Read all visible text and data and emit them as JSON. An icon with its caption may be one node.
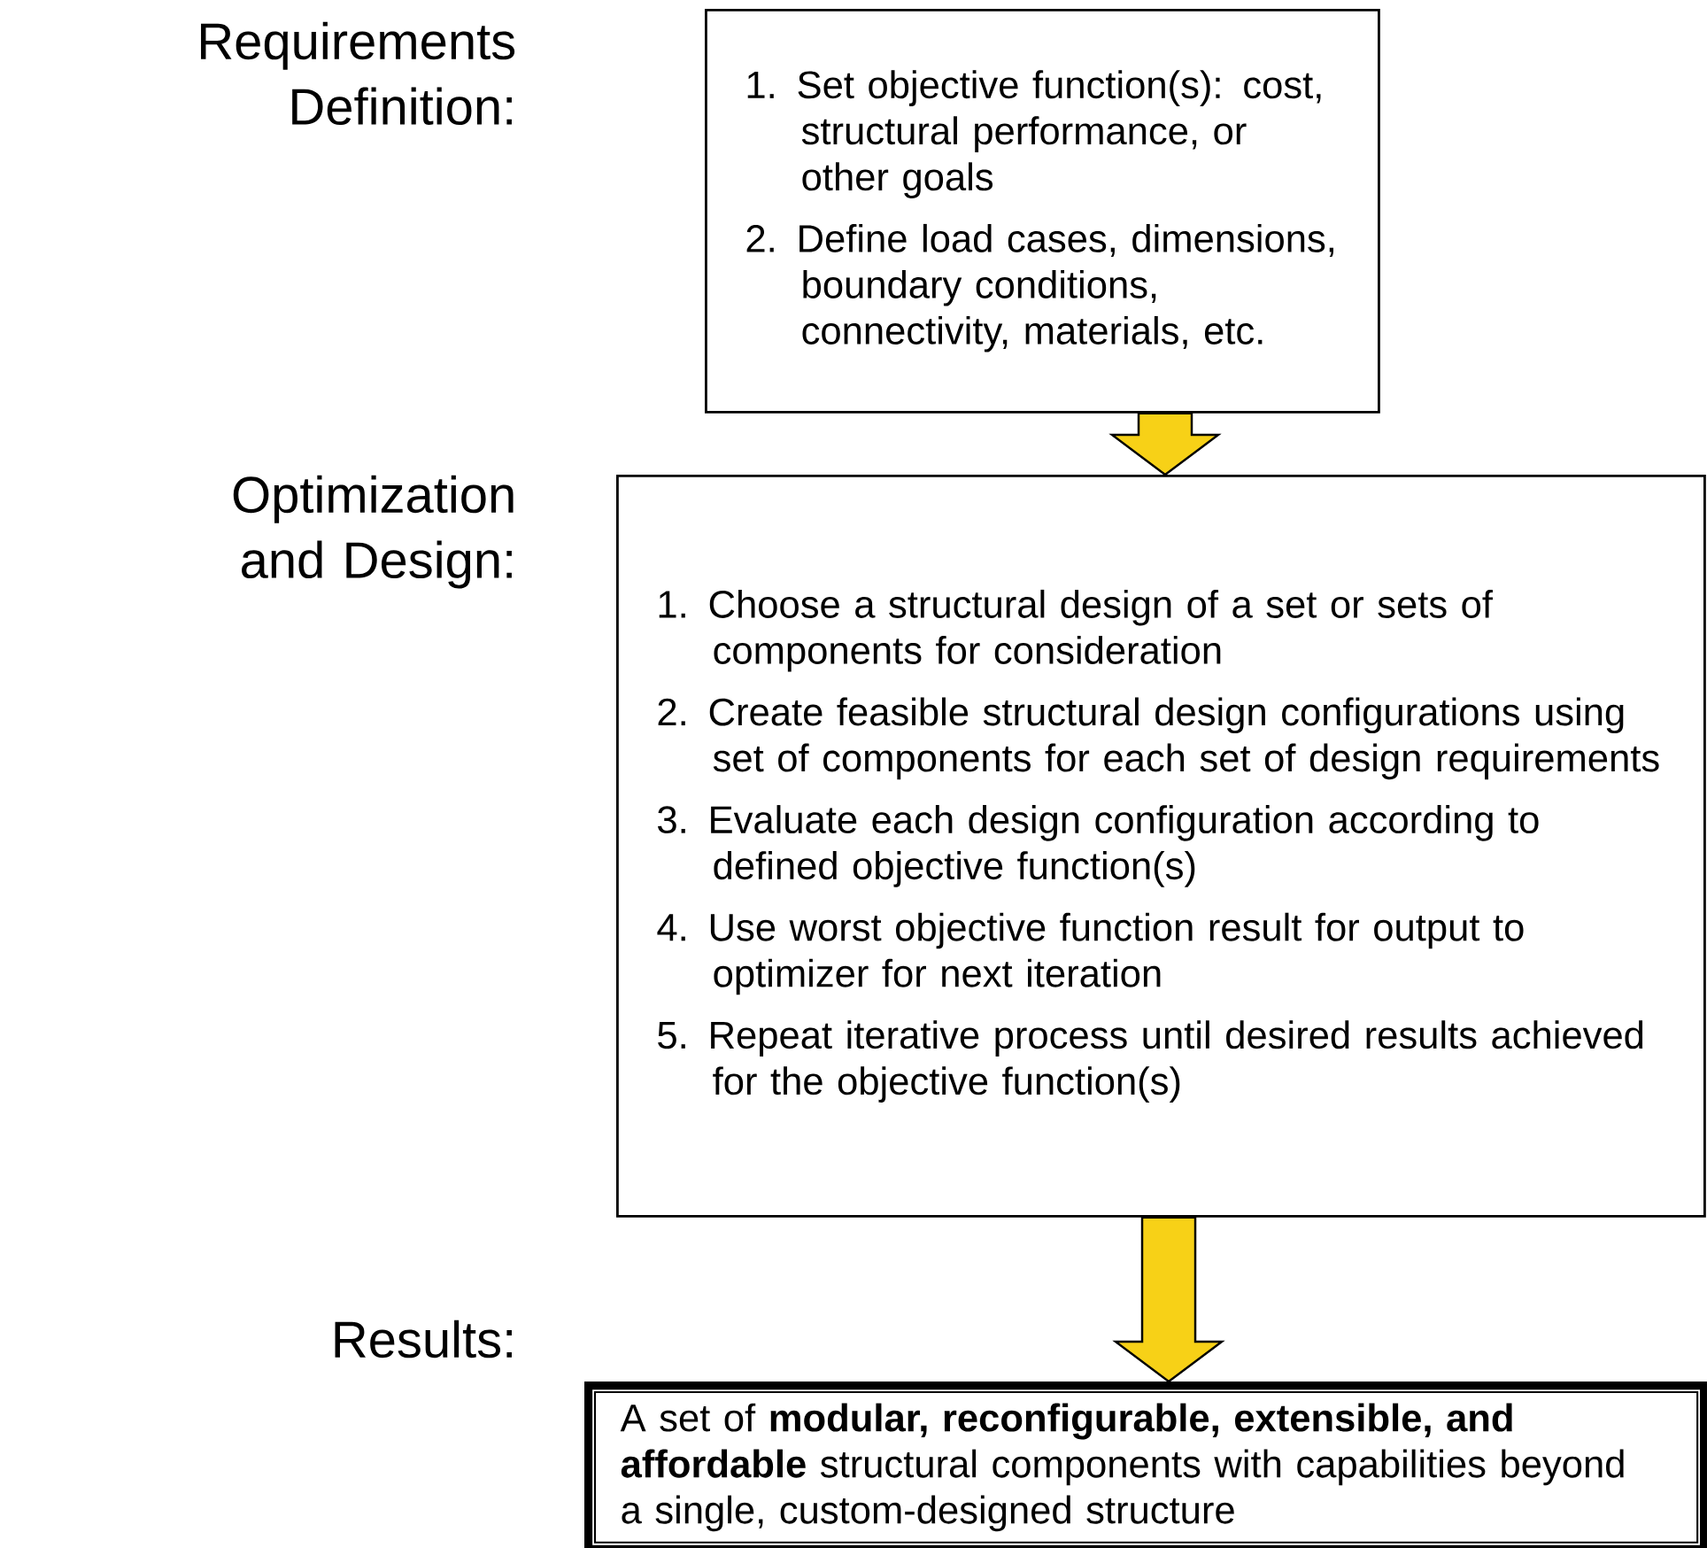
{
  "diagram": {
    "nodes": [
      {
        "text": [
          "Requirements Definition:",
          "1. Set objective function(s): cost, structural performance, or other goals",
          "2. Define load cases, dimensions, boundary conditions, connectivity, materials, etc."
        ]
      },
      {
        "text": [
          "Optimization and Design:",
          "1. Choose a structural design of a set or sets of components for consideration",
          "2. Create feasible structural design configurations using set of components for each set of design requirements",
          "3. Evaluate each design configuration according to defined objective function(s)",
          "4. Use worst objective function result for output to optimizer for next iteration",
          "5. Repeat iterative process until desired results achieved for the objective function(s)"
        ]
      },
      {
        "text": [
          "Results:",
          "A set of **modular, reconfigurable, extensible, and affordable** structural components with capabilities beyond a single, custom-designed structure"
        ]
      }
    ],
    "edges": [
      {
        "from": 0,
        "to": 1,
        "arrow": "to"
      },
      {
        "from": 1,
        "to": 2,
        "arrow": "to"
      }
    ]
  }
}
